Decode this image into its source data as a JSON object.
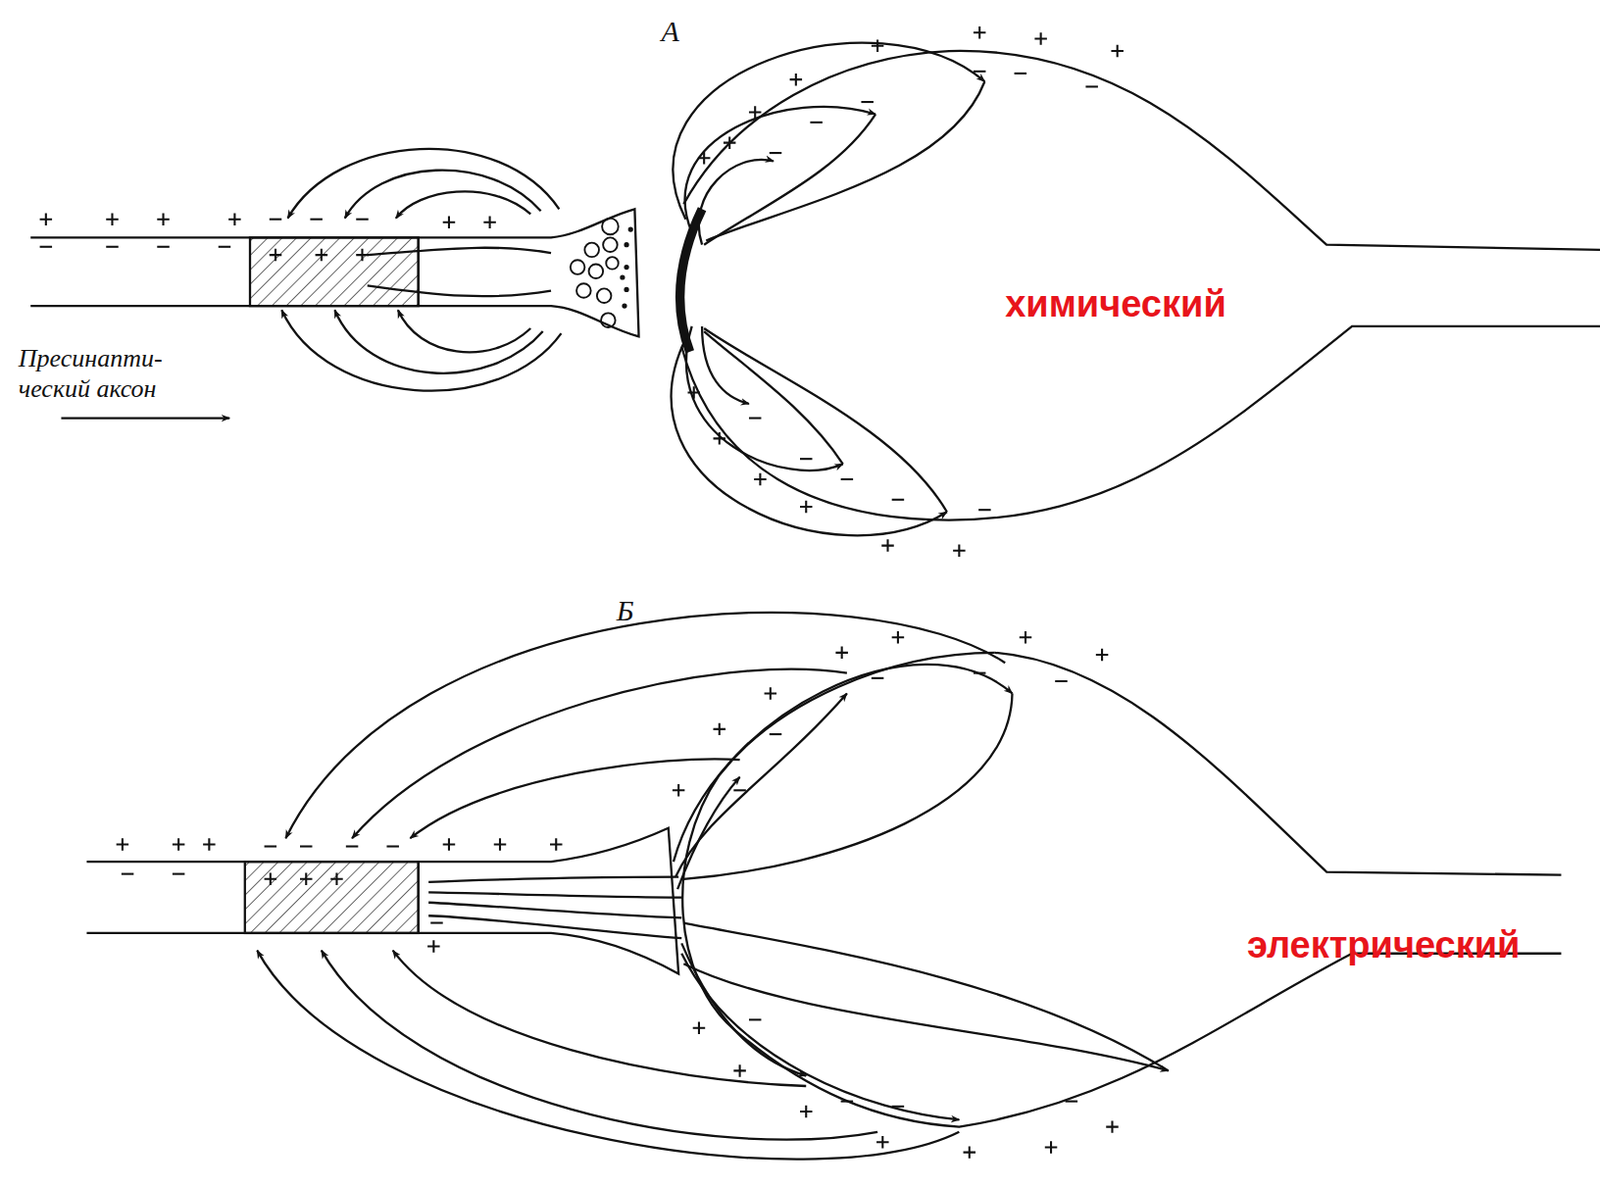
{
  "diagram": {
    "labels": [
      "А",
      "химический",
      "Пресинапти- ческий аксон",
      "Б",
      "электрический"
    ]
  }
}
